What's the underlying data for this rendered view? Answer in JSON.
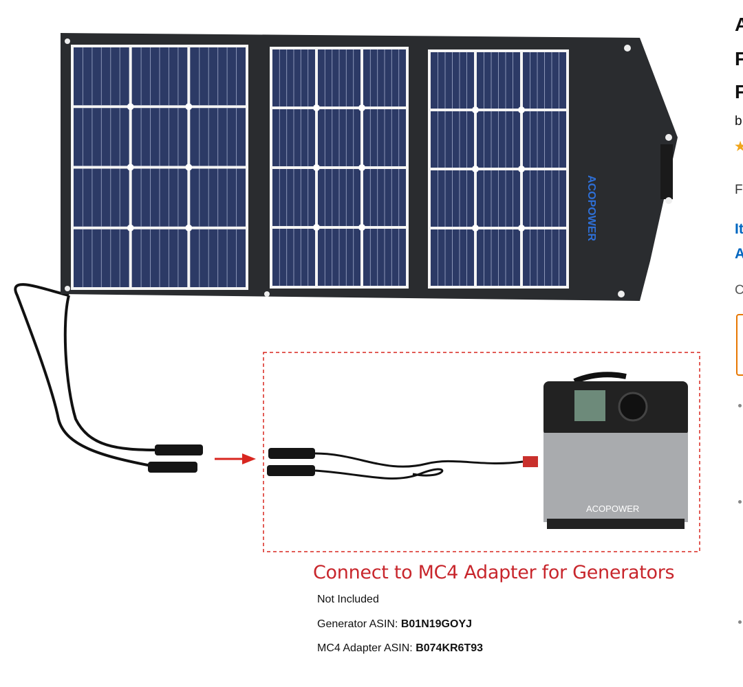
{
  "product_image": {
    "brand_logo": "ACOPOWER",
    "generator_logo": "ACOPOWER",
    "caption": "Connect to MC4 Adapter for Generators",
    "note": "Not Included",
    "generator_asin_label": "Generator ASIN:",
    "generator_asin": "B01N19GOYJ",
    "adapter_asin_label": "MC4 Adapter ASIN:",
    "adapter_asin": "B074KR6T93"
  },
  "side_panel_fragments": {
    "title_line1": "A",
    "title_line2": "F",
    "title_line3": "F",
    "byline": "b",
    "price": "F",
    "link_line1": "It",
    "link_line2": "A",
    "misc": "C"
  },
  "colors": {
    "caption": "#c8262c",
    "link": "#0066c0",
    "buybox_border": "#e77600",
    "star": "#f0a51c"
  }
}
